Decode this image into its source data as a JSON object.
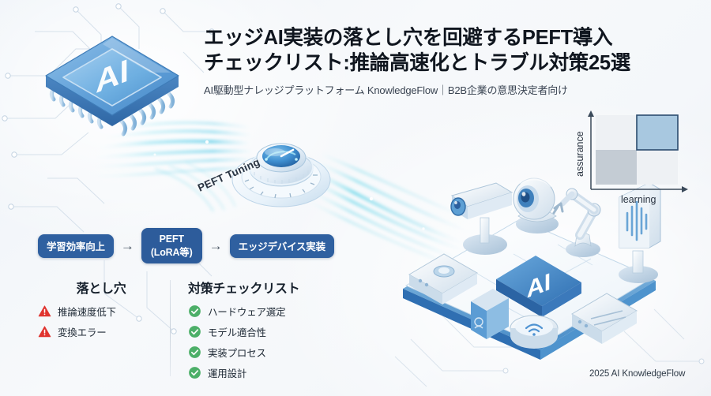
{
  "background": {
    "base_color": "#f7f9fb",
    "accent_blue": "#2f60a0",
    "beam_cyan": "#5fd4e8"
  },
  "header": {
    "title_line1": "エッジAI実装の落とし穴を回避するPEFT導入",
    "title_line2": "チェックリスト:推論高速化とトラブル対策25選",
    "subtitle": "AI駆動型ナレッジプラットフォーム KnowledgeFlow｜B2B企業の意思決定者向け"
  },
  "chip_illustration": {
    "chip_label": "AI",
    "icon": "ai-chip-icon"
  },
  "dial": {
    "caption": "PEFT Tuning",
    "icon": "tuning-dial-icon"
  },
  "flow": {
    "steps": [
      {
        "label": "学習効率向上",
        "lines": [
          "学習効率向上"
        ]
      },
      {
        "label": "PEFT (LoRA等)",
        "lines": [
          "PEFT",
          "(LoRA等)"
        ]
      },
      {
        "label": "エッジデバイス実装",
        "lines": [
          "エッジデバイス実装"
        ]
      }
    ],
    "arrow": "→"
  },
  "pitfalls": {
    "heading": "落とし穴",
    "icon": "warning-triangle-icon",
    "icon_color": "#e0342f",
    "items": [
      {
        "label": "推論速度低下"
      },
      {
        "label": "変換エラー"
      }
    ]
  },
  "checklist": {
    "heading": "対策チェックリスト",
    "icon": "check-circle-icon",
    "icon_color": "#4caf68",
    "items": [
      {
        "label": "ハードウェア選定"
      },
      {
        "label": "モデル適合性"
      },
      {
        "label": "実装プロセス"
      },
      {
        "label": "運用設計"
      }
    ]
  },
  "edge_platform": {
    "chip_label": "AI",
    "devices": [
      {
        "name": "security-camera-icon"
      },
      {
        "name": "dome-camera-icon"
      },
      {
        "name": "robot-arm-icon"
      },
      {
        "name": "speaker-panel-icon"
      },
      {
        "name": "router-icon"
      },
      {
        "name": "wifi-puck-icon"
      },
      {
        "name": "smartphone-icon"
      },
      {
        "name": "gateway-box-icon"
      }
    ]
  },
  "chart_data": {
    "type": "scatter",
    "title": "",
    "xlabel": "learning",
    "ylabel": "assurance",
    "xlim": [
      0,
      1
    ],
    "ylim": [
      0,
      1
    ],
    "grid": false,
    "quadrants": [
      {
        "name": "high-learning-high-assurance",
        "x": [
          0.5,
          1.0
        ],
        "y": [
          0.5,
          1.0
        ],
        "fill": "#a8c8e0",
        "stroke": "#2c4c6e",
        "highlight": true
      },
      {
        "name": "low-learning-low-assurance",
        "x": [
          0.0,
          0.5
        ],
        "y": [
          0.0,
          0.5
        ],
        "fill": "#c4ccd4",
        "stroke": "none",
        "highlight": false
      }
    ],
    "plot_background": "#eef1f4"
  },
  "footer": {
    "text": "2025 AI KnowledgeFlow"
  }
}
